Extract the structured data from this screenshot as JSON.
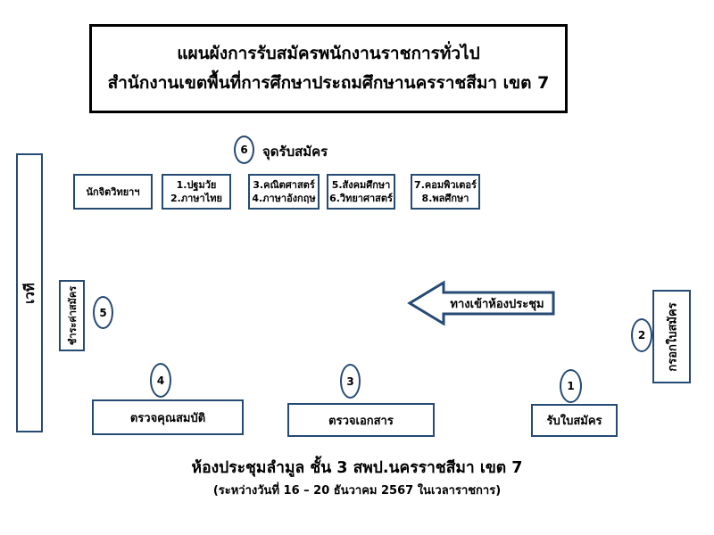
{
  "title": {
    "line1": "แผนผังการรับสมัครพนักงานราชการทั่วไป",
    "line2": "สำนักงานเขตพื้นที่การศึกษาประถมศึกษานครราชสีมา เขต 7"
  },
  "stations": {
    "s1": {
      "number": "1",
      "label": "รับใบสมัคร"
    },
    "s2": {
      "number": "2",
      "label": "กรอกใบสมัคร"
    },
    "s3": {
      "number": "3",
      "label": "ตรวจเอกสาร"
    },
    "s4": {
      "number": "4",
      "label": "ตรวจคุณสมบัติ"
    },
    "s5": {
      "number": "5",
      "label": "ชำระค่าสมัคร"
    },
    "s6": {
      "number": "6",
      "label": "จุดรับสมัคร"
    }
  },
  "subject_boxes": [
    {
      "lines": [
        "นักจิตวิทยาฯ"
      ]
    },
    {
      "lines": [
        "1.ปฐมวัย",
        "2.ภาษาไทย"
      ]
    },
    {
      "lines": [
        "3.คณิตศาสตร์",
        "4.ภาษาอังกฤษ"
      ]
    },
    {
      "lines": [
        "5.สังคมศึกษา",
        "6.วิทยาศาสตร์"
      ]
    },
    {
      "lines": [
        "7.คอมพิวเตอร์",
        "8.พลศึกษา"
      ]
    }
  ],
  "stage_label": "เวที",
  "entrance_arrow_label": "ทางเข้าห้องประชุม",
  "footer": {
    "line1": "ห้องประชุมลำมูล ชั้น 3 สพป.นครราชสีมา เขต 7",
    "line2": "(ระหว่างวันที่ 16 – 20 ธันวาคม 2567 ในเวลาราชการ)"
  },
  "colors": {
    "accent_border": "#254A73",
    "title_border": "#000000",
    "text": "#000000",
    "background": "#FFFFFF"
  }
}
